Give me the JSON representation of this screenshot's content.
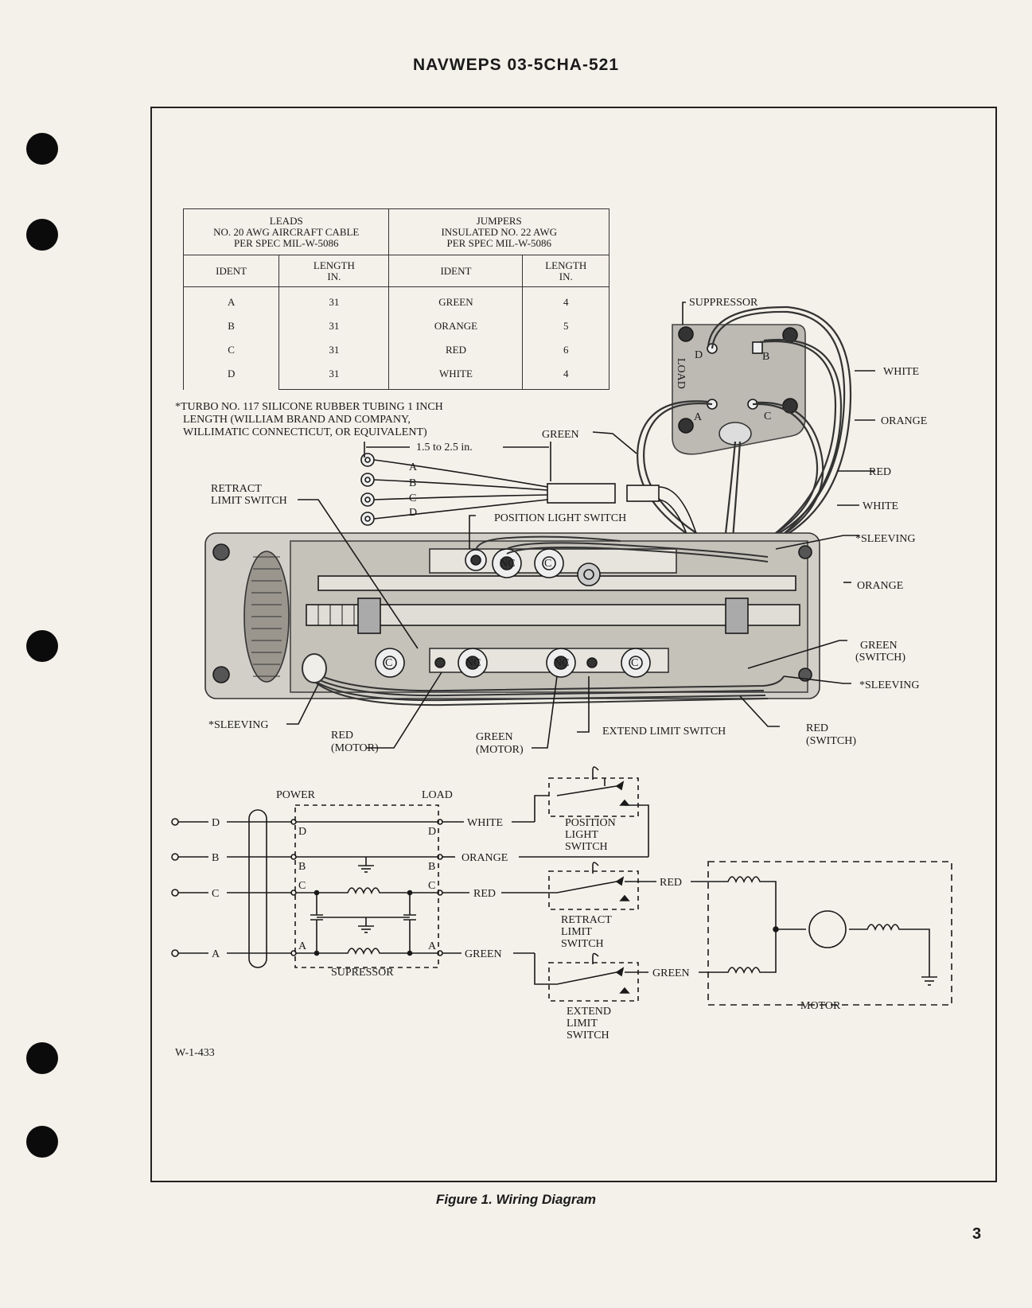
{
  "header": {
    "doc_number": "NAVWEPS 03-5CHA-521"
  },
  "table": {
    "leads_header": [
      "LEADS",
      "NO. 20 AWG AIRCRAFT CABLE",
      "PER SPEC MIL-W-5086"
    ],
    "jumpers_header": [
      "JUMPERS",
      "INSULATED NO. 22 AWG",
      "PER SPEC MIL-W-5086"
    ],
    "col_ident": "IDENT",
    "col_length": [
      "LENGTH",
      "IN."
    ],
    "leads": [
      {
        "ident": "A",
        "length": "31"
      },
      {
        "ident": "B",
        "length": "31"
      },
      {
        "ident": "C",
        "length": "31"
      },
      {
        "ident": "D",
        "length": "31"
      }
    ],
    "jumpers": [
      {
        "ident": "GREEN",
        "length": "4"
      },
      {
        "ident": "ORANGE",
        "length": "5"
      },
      {
        "ident": "RED",
        "length": "6"
      },
      {
        "ident": "WHITE",
        "length": "4"
      }
    ]
  },
  "note": {
    "lines": [
      "*TURBO NO. 117 SILICONE RUBBER TUBING 1 INCH",
      "LENGTH (WILLIAM BRAND AND COMPANY,",
      "WILLIMATIC CONNECTICUT, OR EQUIVALENT)"
    ]
  },
  "illustration": {
    "dim": "1.5 to 2.5 in.",
    "suppressor": "SUPPRESSOR",
    "load": "LOAD",
    "white": "WHITE",
    "orange": "ORANGE",
    "red": "RED",
    "green": "GREEN",
    "sleeving": "*SLEEVING",
    "retract": [
      "RETRACT",
      "LIMIT SWITCH"
    ],
    "position_light": "POSITION LIGHT SWITCH",
    "green_switch": [
      "GREEN",
      "(SWITCH)"
    ],
    "red_switch": [
      "RED",
      "(SWITCH)"
    ],
    "red_motor": [
      "RED",
      "(MOTOR)"
    ],
    "green_motor": [
      "GREEN",
      "(MOTOR)"
    ],
    "extend": "EXTEND LIMIT SWITCH",
    "pins": [
      "A",
      "B",
      "C",
      "D"
    ],
    "term_c": "C",
    "term_nc": "NC"
  },
  "schematic": {
    "power": "POWER",
    "load": "LOAD",
    "terminals": [
      "D",
      "B",
      "C",
      "A"
    ],
    "wires": [
      "WHITE",
      "ORANGE",
      "RED",
      "GREEN"
    ],
    "supressor": "SUPRESSOR",
    "position_switch": [
      "POSITION",
      "LIGHT",
      "SWITCH"
    ],
    "retract_switch": [
      "RETRACT",
      "LIMIT",
      "SWITCH"
    ],
    "extend_switch": [
      "EXTEND",
      "LIMIT",
      "SWITCH"
    ],
    "motor": "MOTOR",
    "motor_red": "RED",
    "motor_green": "GREEN"
  },
  "drawing_code": "W-1-433",
  "figure": {
    "caption": "Figure 1.  Wiring Diagram"
  },
  "page": {
    "number": "3"
  }
}
